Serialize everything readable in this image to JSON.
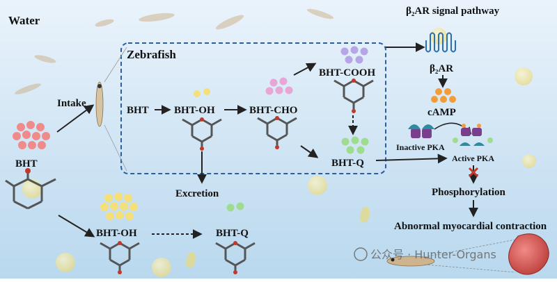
{
  "water_label": "Water",
  "zebrafish_label": "Zebrafish",
  "intake_label": "Intake",
  "excretion_label": "Excretion",
  "compounds": {
    "bht_left": "BHT",
    "bht_inner": "BHT",
    "bht_oh_inner": "BHT-OH",
    "bht_cho": "BHT-CHO",
    "bht_cooh": "BHT-COOH",
    "bht_q_inner": "BHT-Q",
    "bht_oh_outer": "BHT-OH",
    "bht_q_outer": "BHT-Q"
  },
  "pathway": {
    "title": "β₂AR signal pathway",
    "receptor": "β₂AR",
    "camp": "cAMP",
    "inactive_pka": "Inactive PKA",
    "active_pka": "Active PKA",
    "phosphorylation": "Phosphorylation",
    "outcome": "Abnormal myocardial contraction"
  },
  "watermark": "公众号 · Hunter-Organs",
  "colors": {
    "water_top": "#eaf3fb",
    "water_bottom": "#b9d8ee",
    "box_border": "#2c5d9c",
    "bht_dots": "#f08b8b",
    "bht_oh_dots": "#f4df7a",
    "bht_cho_dots": "#e8a6d6",
    "bht_cooh_dots": "#b6a6e8",
    "bht_q_dots": "#9fdc8f",
    "camp_dots": "#f39c3a",
    "pka_body": "#7a3f8c",
    "pka_cap": "#2a8da0",
    "block_x": "#c0392b",
    "heart": "#d9534f"
  }
}
